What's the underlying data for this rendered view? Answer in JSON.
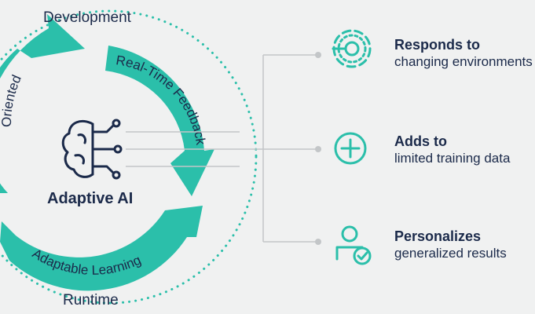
{
  "colors": {
    "teal": "#2bbfaa",
    "navy": "#1b2a4a",
    "line": "#c3c6c8",
    "background": "#f0f1f1"
  },
  "phases": {
    "top": "Development",
    "bottom": "Runtime"
  },
  "arrows": {
    "left": "Oriented",
    "right": "Real-Time Feedback",
    "bottom": "Adaptable Learning"
  },
  "center": {
    "title": "Adaptive AI",
    "icon": "brain-circuit-icon"
  },
  "features": [
    {
      "title": "Responds to",
      "desc": "changing environments",
      "icon": "target-radar-icon"
    },
    {
      "title": "Adds to",
      "desc": "limited training data",
      "icon": "plus-circle-icon"
    },
    {
      "title": "Personalizes",
      "desc": "generalized results",
      "icon": "user-check-icon"
    }
  ]
}
